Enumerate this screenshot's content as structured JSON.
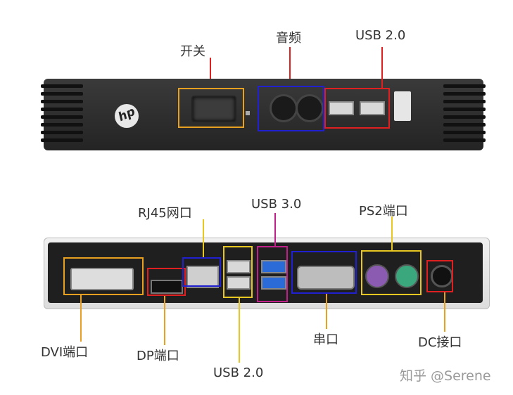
{
  "labels": {
    "switch": "开关",
    "audio": "音频",
    "usb20_top": "USB 2.0",
    "rj45": "RJ45网口",
    "usb30": "USB 3.0",
    "ps2": "PS2端口",
    "dvi": "DVI端口",
    "dp": "DP端口",
    "usb20_bottom": "USB 2.0",
    "serial": "串口",
    "dc": "DC接口"
  },
  "brand": "hp",
  "watermark": "知乎 @Serene",
  "colors": {
    "orange": "#e8a020",
    "red": "#e02020",
    "blue": "#2020d0",
    "yellow": "#e8c820",
    "magenta": "#c0208a",
    "body": "#2b2b2b"
  }
}
